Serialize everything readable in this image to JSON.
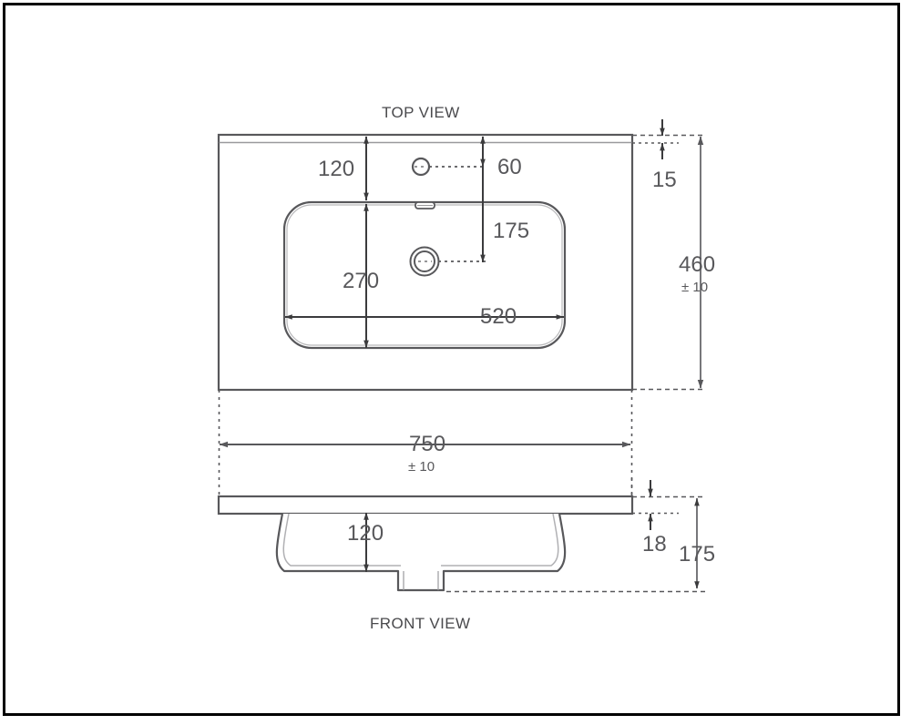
{
  "document": {
    "type": "technical-drawing",
    "subject": "basin-vanity-top",
    "units": "mm",
    "border_color": "#000000",
    "line_color": "#58585b",
    "text_color": "#4f4f52",
    "background": "#ffffff"
  },
  "views": {
    "top": {
      "title": "TOP VIEW"
    },
    "front": {
      "title": "FRONT VIEW"
    }
  },
  "dimensions": {
    "top_view": {
      "back_to_bowl": "120",
      "bowl_depth": "270",
      "tap_hole_from_back": "60",
      "drain_from_back": "175",
      "bowl_width": "520",
      "rim_thickness": "15",
      "overall_depth": "460",
      "overall_depth_tolerance": "± 10"
    },
    "front_view": {
      "overall_width": "750",
      "overall_width_tolerance": "± 10",
      "bowl_height": "120",
      "top_thickness": "18",
      "overall_height": "175"
    }
  },
  "features": {
    "tap_hole": "tap-hole",
    "overflow_slot": "overflow-slot",
    "waste_outlet": "waste-outlet"
  }
}
